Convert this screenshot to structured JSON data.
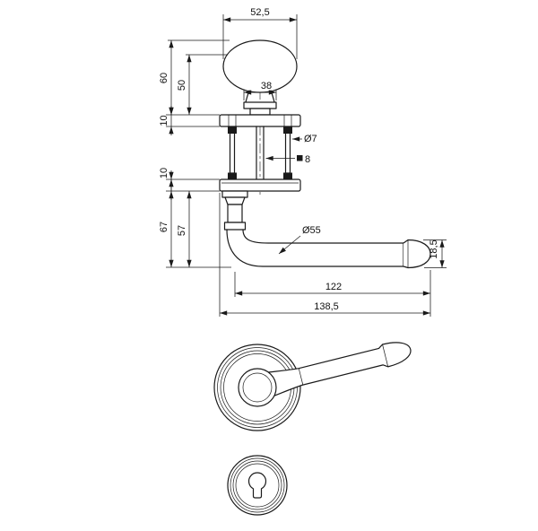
{
  "page": {
    "background": "#ffffff",
    "line_color": "#1a1a1a"
  },
  "drawing": {
    "dims": {
      "knob_width": "52,5",
      "knob_total_height": "60",
      "knob_height": "50",
      "knob_base_diameter": "38",
      "rose_thickness_top": "10",
      "bolt_diameter": "Ø7",
      "spindle_size": "8",
      "rose_thickness_bottom": "10",
      "handle_total_projection": "67",
      "handle_projection": "57",
      "rose_diameter": "Ø55",
      "grip_diameter": "18,5",
      "grip_length": "122",
      "handle_total_length": "138,5"
    }
  }
}
